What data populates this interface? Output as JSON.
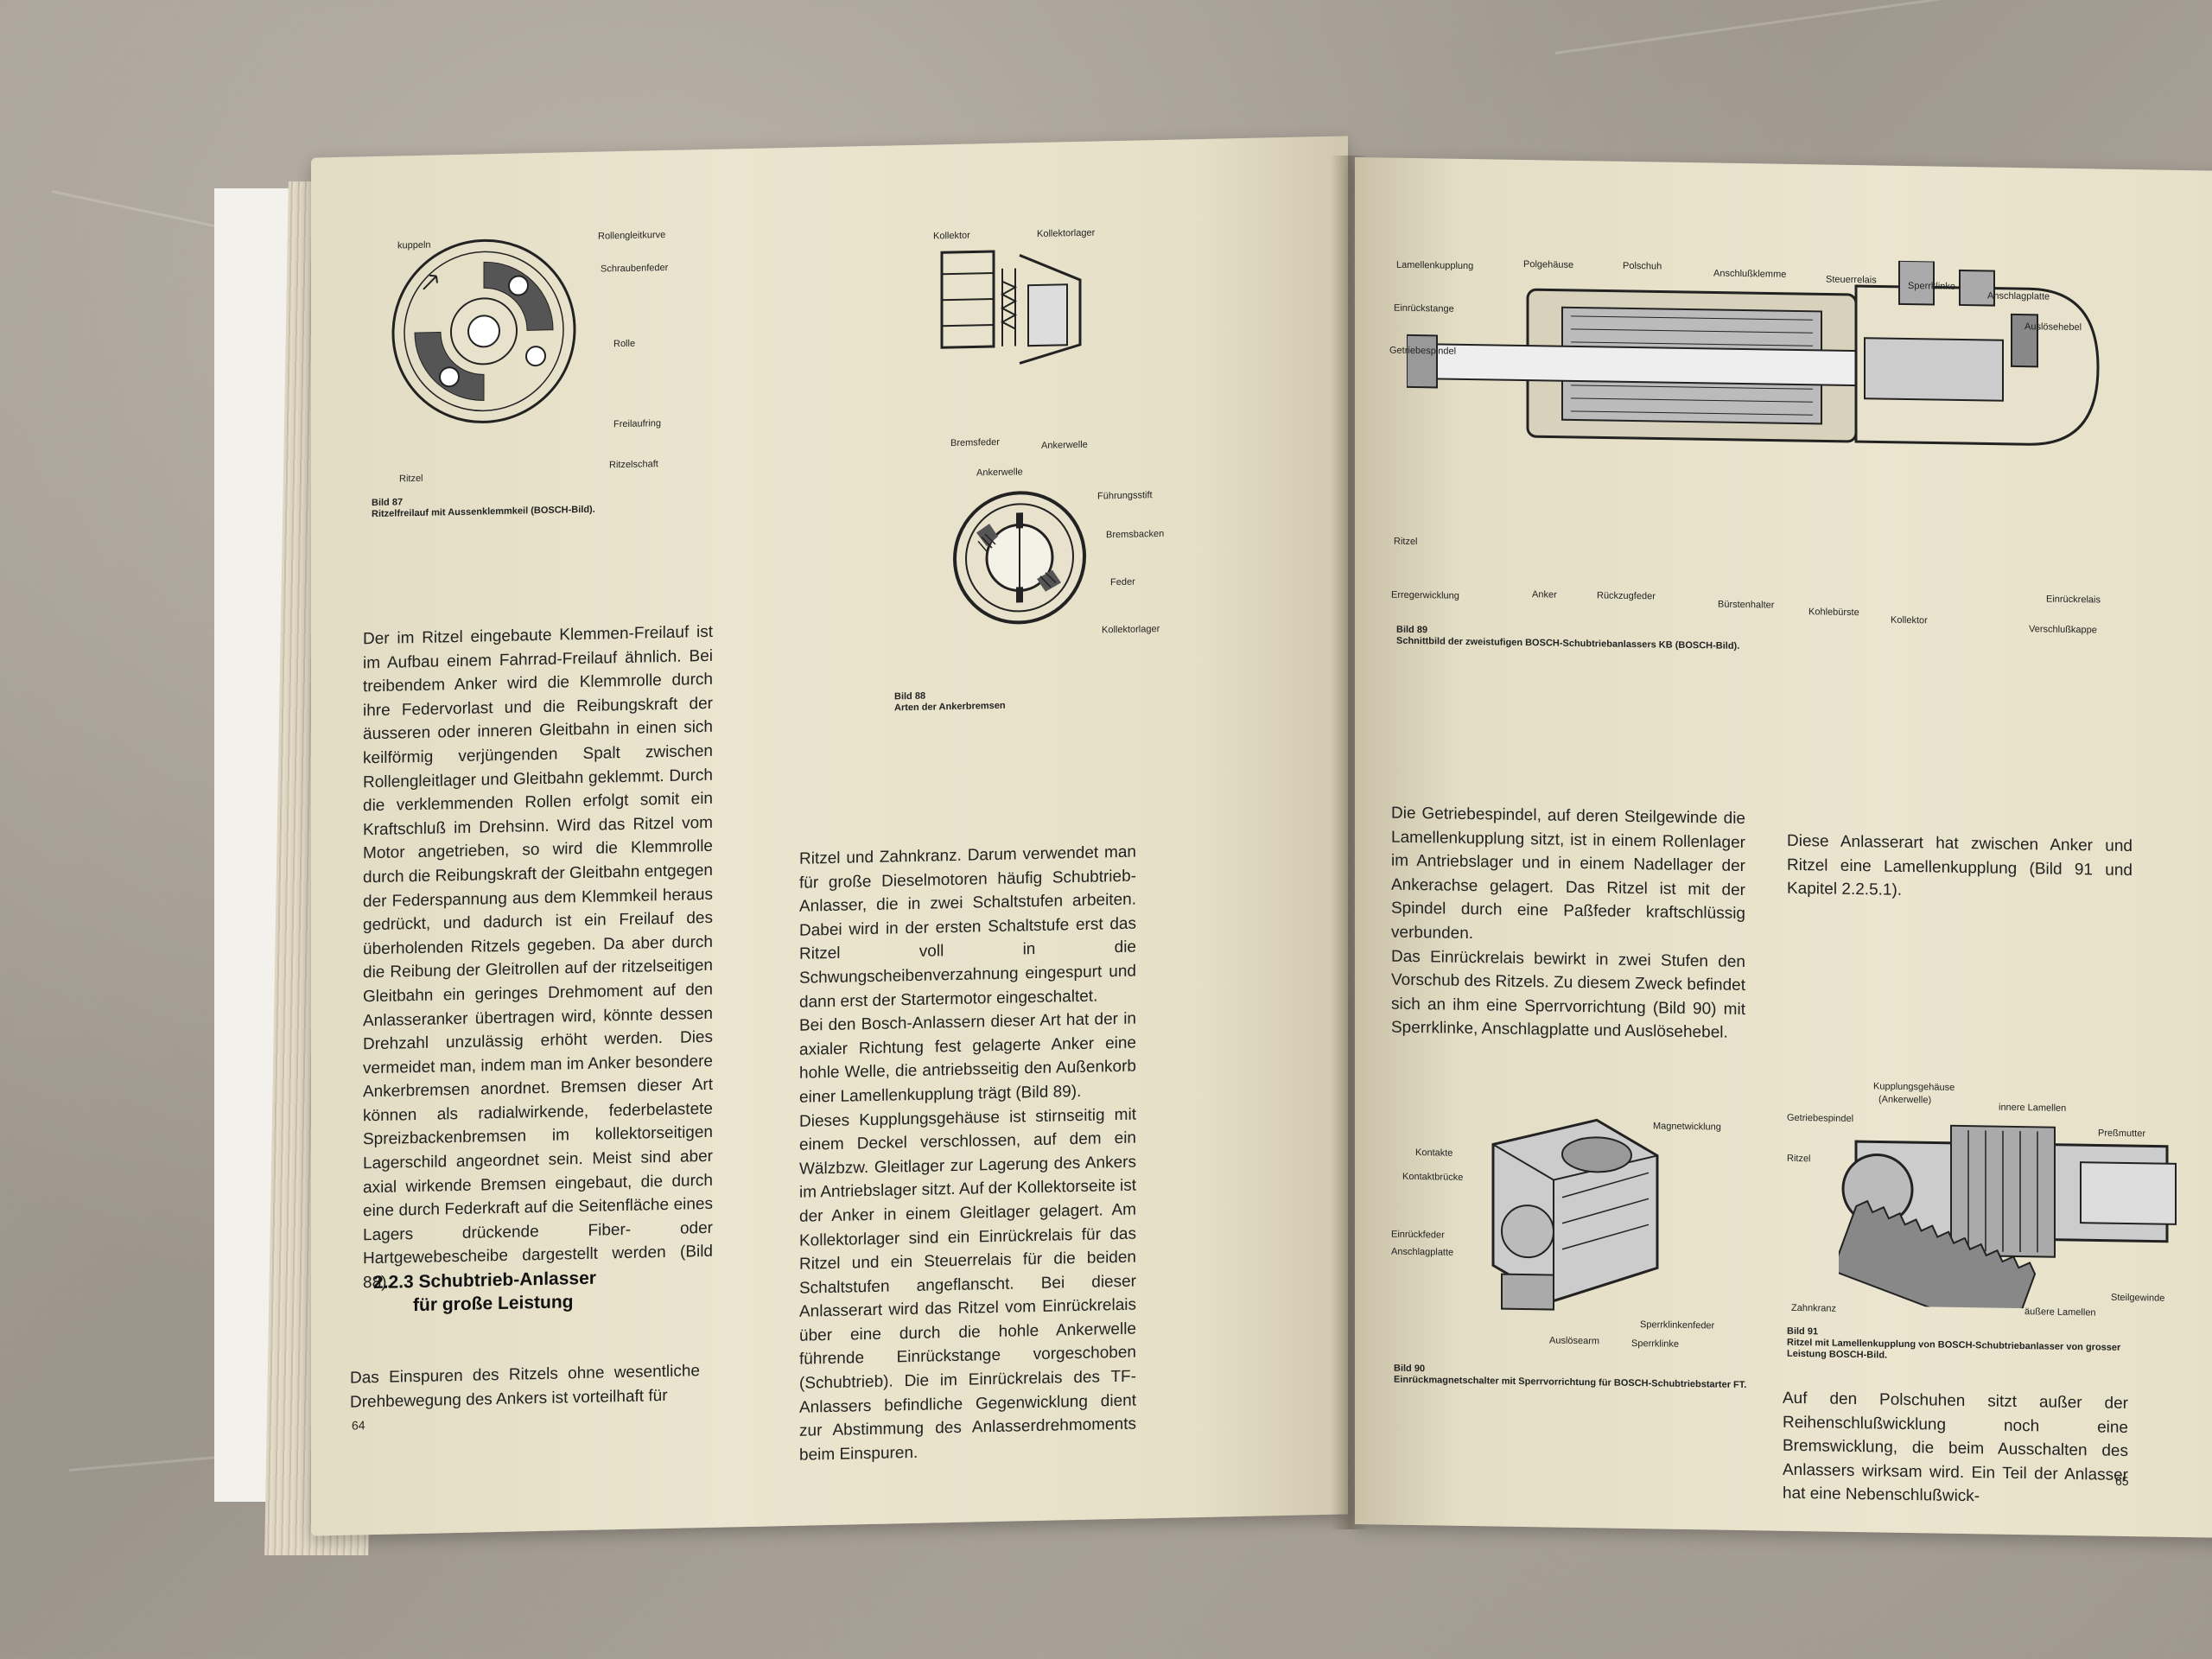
{
  "left_page": {
    "fig87": {
      "labels": {
        "kuppeln": "kuppeln",
        "rollengleitkurve": "Rollengleitkurve",
        "schraubenfeder": "Schraubenfeder",
        "rolle": "Rolle",
        "freilaufring": "Freilaufring",
        "ritzelschaft": "Ritzelschaft",
        "ritzel": "Ritzel"
      },
      "caption_num": "Bild 87",
      "caption_text": "Ritzelfreilauf mit Aussenklemmkeil (BOSCH-Bild)."
    },
    "fig88": {
      "labels": {
        "kollektor": "Kollektor",
        "kollektorlager_top": "Kollektorlager",
        "bremsfeder": "Bremsfeder",
        "ankerwelle_bottom": "Ankerwelle",
        "ankerwelle_top": "Ankerwelle",
        "fuehrungsstift": "Führungsstift",
        "bremsbacken": "Bremsbacken",
        "feder": "Feder",
        "kollektorlager_bottom": "Kollektorlager"
      },
      "caption_num": "Bild 88",
      "caption_text": "Arten der Ankerbremsen"
    },
    "col1_text": "Der im Ritzel eingebaute Klemmen-Freilauf ist im Aufbau einem Fahrrad-Freilauf ähnlich. Bei treibendem Anker wird die Klemmrolle durch ihre Federvorlast und die Reibungskraft der äusseren oder inneren Gleitbahn in einen sich keilförmig verjüngenden Spalt zwischen Rollengleitlager und Gleitbahn geklemmt. Durch die verklemmenden Rollen erfolgt somit ein Kraftschluß im Drehsinn. Wird das Ritzel vom Motor angetrieben, so wird die Klemmrolle durch die Reibungskraft der Gleitbahn entgegen der Federspannung aus dem Klemmkeil heraus gedrückt, und dadurch ist ein Freilauf des überholenden Ritzels gegeben. Da aber durch die Reibung der Gleitrollen auf der ritzelseitigen Gleitbahn ein geringes Drehmoment auf den Anlasseranker übertragen wird, könnte dessen Drehzahl unzulässig erhöht werden. Dies vermeidet man, indem man im Anker besondere Ankerbremsen anordnet. Bremsen dieser Art können als radialwirkende, federbelastete Spreizbackenbremsen im kollektorseitigen Lagerschild angeordnet sein. Meist sind aber axial wirkende Bremsen eingebaut, die durch eine durch Federkraft auf die Seitenfläche eines Lagers drückende Fiber- oder Hartgewebescheibe dargestellt werden (Bild 88).",
    "heading_line1": "2.2.3 Schubtrieb-Anlasser",
    "heading_line2": "für große Leistung",
    "col1_text2": "Das Einspuren des Ritzels ohne wesentliche Drehbewegung des Ankers ist vorteilhaft für",
    "col2_p1": "Ritzel und Zahnkranz. Darum verwendet man für große Dieselmotoren häufig Schubtrieb-Anlasser, die in zwei Schaltstufen arbeiten. Dabei wird in der ersten Schaltstufe erst das Ritzel voll in die Schwungscheibenverzahnung eingespurt und dann erst der Startermotor eingeschaltet.",
    "col2_p2": "Bei den Bosch-Anlassern dieser Art hat der in axialer Richtung fest gelagerte Anker eine hohle Welle, die antriebsseitig den Außenkorb einer Lamellenkupplung trägt (Bild 89).",
    "col2_p3": "Dieses Kupplungsgehäuse ist stirnseitig mit einem Deckel verschlossen, auf dem ein Wälzbzw. Gleitlager zur Lagerung des Ankers im Antriebslager sitzt. Auf der Kollektorseite ist der Anker in einem Gleitlager gelagert. Am Kollektorlager sind ein Einrückrelais für das Ritzel und ein Steuerrelais für die beiden Schaltstufen angeflanscht. Bei dieser Anlasserart wird das Ritzel vom Einrückrelais über eine durch die hohle Ankerwelle führende Einrückstange vorgeschoben (Schubtrieb). Die im Einrückrelais des TF-Anlassers befindliche Gegenwicklung dient zur Abstimmung des Anlasserdrehmoments beim Einspuren.",
    "page_number": "64"
  },
  "right_page": {
    "fig89": {
      "labels": {
        "lamellenkupplung": "Lamellenkupplung",
        "polgehaeuse": "Polgehäuse",
        "polschuh": "Polschuh",
        "anschlussklemme": "Anschlußklemme",
        "steuerrelais": "Steuerrelais",
        "sperrklinke": "Sperrklinke",
        "anschlagplatte": "Anschlagplatte",
        "einrueckstange": "Einrückstange",
        "ausloesehebel": "Auslösehebel",
        "getriebespindel": "Getriebespindel",
        "ritzel": "Ritzel",
        "einrueckrelais": "Einrückrelais",
        "erregerwicklung": "Erregerwicklung",
        "anker": "Anker",
        "rueckzugfeder": "Rückzugfeder",
        "buerstenhalter": "Bürstenhalter",
        "kohlebuerste": "Kohlebürste",
        "kollektor": "Kollektor",
        "verschlusskappe": "Verschlußkappe"
      },
      "caption_num": "Bild 89",
      "caption_text": "Schnittbild der zweistufigen BOSCH-Schubtriebanlassers KB (BOSCH-Bild)."
    },
    "col1_p1": "Die Getriebespindel, auf deren Steilgewinde die Lamellenkupplung sitzt, ist in einem Rollenlager im Antriebslager und in einem Nadellager der Ankerachse gelagert. Das Ritzel ist mit der Spindel durch eine Paßfeder kraftschlüssig verbunden.",
    "col1_p2": "Das Einrückrelais bewirkt in zwei Stufen den Vorschub des Ritzels. Zu diesem Zweck befindet sich an ihm eine Sperrvorrichtung (Bild 90) mit Sperrklinke, Anschlagplatte und Auslösehebel.",
    "col2_p1": "Diese Anlasserart hat zwischen Anker und Ritzel eine Lamellenkupplung (Bild 91 und Kapitel 2.2.5.1).",
    "fig90": {
      "labels": {
        "magnetwicklung": "Magnetwicklung",
        "kontakte": "Kontakte",
        "kontaktbruecke": "Kontaktbrücke",
        "einrueckfeder": "Einrückfeder",
        "anschlagplatte": "Anschlagplatte",
        "sperrklinkenfeder": "Sperrklinkenfeder",
        "sperrklinke": "Sperrklinke",
        "ausloesearm": "Auslösearm"
      },
      "caption_num": "Bild 90",
      "caption_text": "Einrückmagnetschalter mit Sperrvorrichtung für BOSCH-Schubtriebstarter FT."
    },
    "fig91": {
      "labels": {
        "kupplungsgehaeuse": "Kupplungsgehäuse",
        "ankerwelle": "(Ankerwelle)",
        "innere_lamellen": "innere Lamellen",
        "getriebespindel": "Getriebespindel",
        "pressmutter": "Preßmutter",
        "ritzel": "Ritzel",
        "steilgewinde": "Steilgewinde",
        "zahnkranz": "Zahnkranz",
        "aeussere_lamellen": "äußere Lamellen"
      },
      "caption_num": "Bild 91",
      "caption_text": "Ritzel mit Lamellenkupplung von BOSCH-Schubtriebanlasser von grosser Leistung BOSCH-Bild."
    },
    "col2_p2": "Auf den Polschuhen sitzt außer der Reihenschlußwicklung noch eine Bremswicklung, die beim Ausschalten des Anlassers wirksam wird. Ein Teil der Anlasser hat eine Nebenschlußwick-",
    "page_number": "65"
  }
}
